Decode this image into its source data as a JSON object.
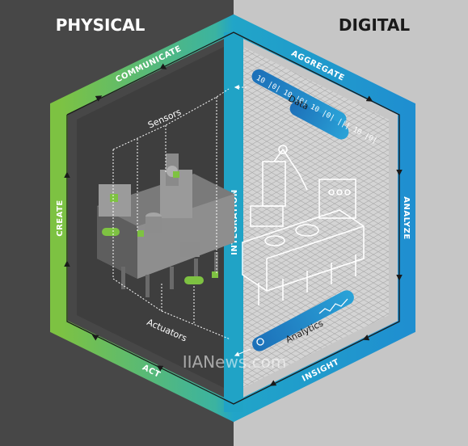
{
  "headings": {
    "physical": "PHYSICAL",
    "digital": "DIGITAL"
  },
  "cycle_labels": {
    "communicate": "COMMUNICATE",
    "aggregate": "AGGREGATE",
    "analyze": "ANALYZE",
    "insight": "INSIGHT",
    "act": "ACT",
    "create": "CREATE",
    "integration": "INTEGRATION"
  },
  "inner_labels": {
    "sensors": "Sensors",
    "actuators": "Actuators",
    "data": "Data",
    "analytics": "Analytics"
  },
  "data_bar_bits": "10 |0| 10 |0| 10 |0| ||| 10 |0|",
  "watermark": "IIANews.com",
  "colors": {
    "left_bg": "#4a4a4a",
    "right_bg": "#c8c8c8",
    "green": "#6cc04a",
    "teal": "#26a8c4",
    "blue": "#1e90d2",
    "line_dark": "#1a1a1a"
  }
}
